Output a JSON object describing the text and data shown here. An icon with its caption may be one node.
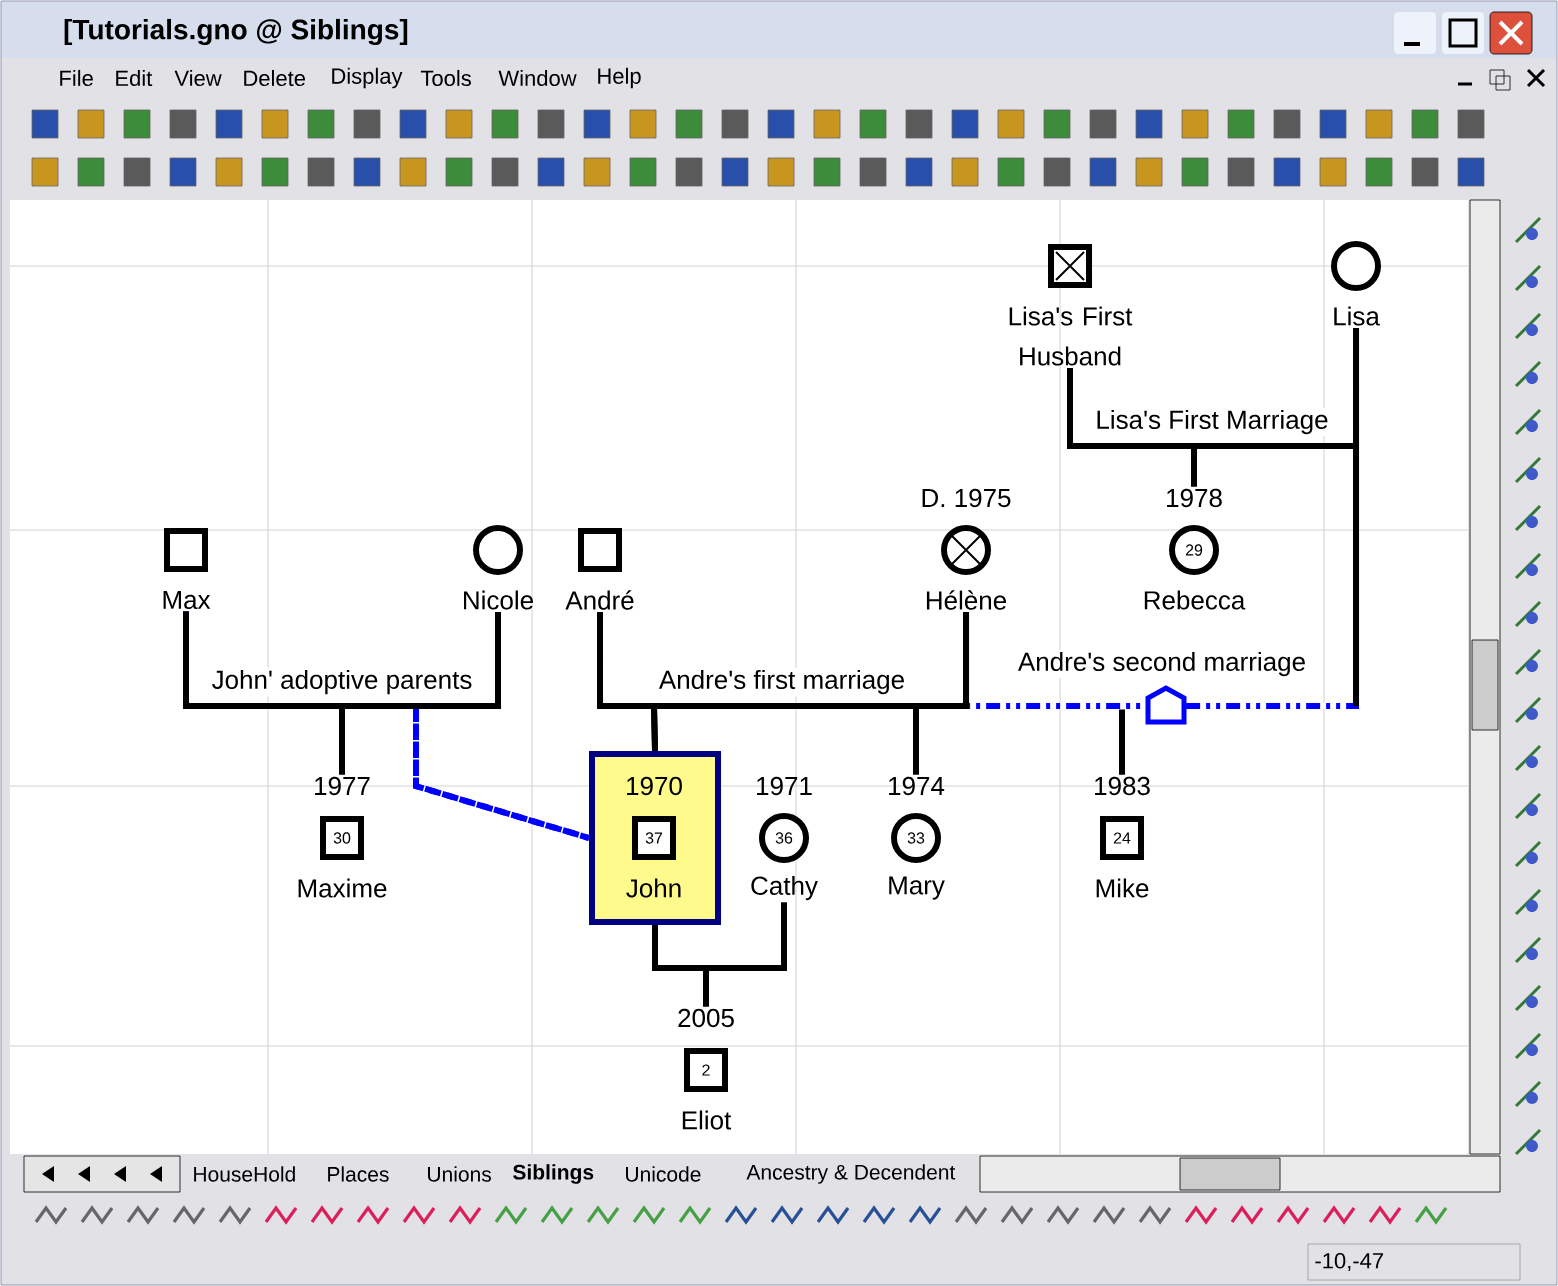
{
  "diagram": {
    "title": "[Tutorials.gno @ Siblings]",
    "nodes": [
      {
        "text": [
          "Lisa's First Husband"
        ]
      },
      {
        "text": [
          "Lisa"
        ]
      },
      {
        "text": [
          "Max"
        ]
      },
      {
        "text": [
          "Nicole"
        ]
      },
      {
        "text": [
          "André"
        ]
      },
      {
        "text": [
          "Hélène"
        ],
        "beside": [
          "D. 1975"
        ]
      },
      {
        "text": [
          "29",
          "Rebecca"
        ],
        "beside": [
          "1978"
        ]
      },
      {
        "text": [
          "30",
          "Maxime"
        ],
        "beside": [
          "1977"
        ]
      },
      {
        "text": [
          "1970",
          "37",
          "John"
        ]
      },
      {
        "text": [
          "36",
          "Cathy"
        ],
        "beside": [
          "1971"
        ]
      },
      {
        "text": [
          "33",
          "Mary"
        ],
        "beside": [
          "1974"
        ]
      },
      {
        "text": [
          "24",
          "Mike"
        ],
        "beside": [
          "1983"
        ]
      },
      {
        "text": [
          "2",
          "Eliot"
        ],
        "beside": [
          "2005"
        ]
      }
    ],
    "edges": [
      {
        "from": 0,
        "to": 1,
        "arrow": "none",
        "label": "Lisa's First Marriage"
      },
      {
        "from": 0,
        "to": 6,
        "arrow": "none"
      },
      {
        "from": 1,
        "to": 6,
        "arrow": "none"
      },
      {
        "from": 2,
        "to": 3,
        "arrow": "none",
        "label": "John' adoptive parents"
      },
      {
        "from": 2,
        "to": 7,
        "arrow": "none"
      },
      {
        "from": 3,
        "to": 7,
        "arrow": "none"
      },
      {
        "from": 2,
        "to": 8,
        "arrow": "none",
        "style": "dashed",
        "color": "#0000ff"
      },
      {
        "from": 3,
        "to": 8,
        "arrow": "none",
        "style": "dashed",
        "color": "#0000ff"
      },
      {
        "from": 4,
        "to": 5,
        "arrow": "none",
        "label": "Andre's first marriage"
      },
      {
        "from": 4,
        "to": 8,
        "arrow": "none"
      },
      {
        "from": 5,
        "to": 8,
        "arrow": "none"
      },
      {
        "from": 4,
        "to": 10,
        "arrow": "none"
      },
      {
        "from": 5,
        "to": 10,
        "arrow": "none"
      },
      {
        "from": 4,
        "to": 1,
        "arrow": "none",
        "label": "Andre's second marriage",
        "style": "dashed",
        "color": "#0000ff"
      },
      {
        "from": 4,
        "to": 11,
        "arrow": "none"
      },
      {
        "from": 1,
        "to": 11,
        "arrow": "none"
      },
      {
        "from": 8,
        "to": 9,
        "arrow": "none"
      },
      {
        "from": 8,
        "to": 12,
        "arrow": "none"
      },
      {
        "from": 9,
        "to": 12,
        "arrow": "none"
      }
    ],
    "labels": [
      "File",
      "Edit",
      "View",
      "Delete",
      "Display",
      "Tools",
      "Window",
      "Help",
      "HouseHold",
      "Places",
      "Unions",
      "Siblings",
      "Unicode",
      "Ancestry & Decendent",
      "-10,-47"
    ]
  }
}
